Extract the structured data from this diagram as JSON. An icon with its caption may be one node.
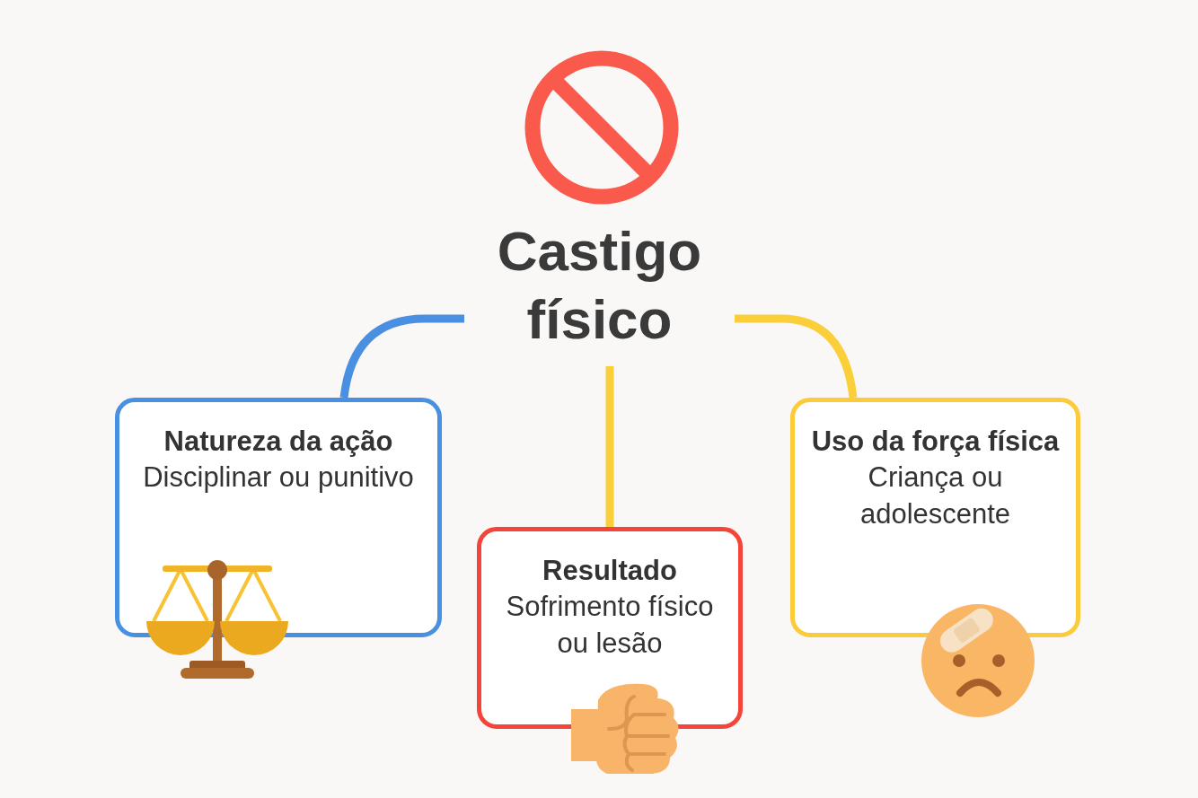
{
  "diagram": {
    "nodes": [
      {
        "text": [
          "Castigo físico"
        ]
      },
      {
        "text": [
          "Natureza da ação",
          "Disciplinar ou punitivo"
        ]
      },
      {
        "text": [
          "Resultado",
          "Sofrimento físico ou lesão"
        ]
      },
      {
        "text": [
          "Uso da força física",
          "Criança ou adolescente"
        ]
      }
    ],
    "edges": [
      {
        "from": 0,
        "to": 1,
        "arrow": "none",
        "color": "#4a90e2"
      },
      {
        "from": 0,
        "to": 2,
        "arrow": "none"
      },
      {
        "from": 0,
        "to": 3,
        "arrow": "none"
      }
    ]
  }
}
